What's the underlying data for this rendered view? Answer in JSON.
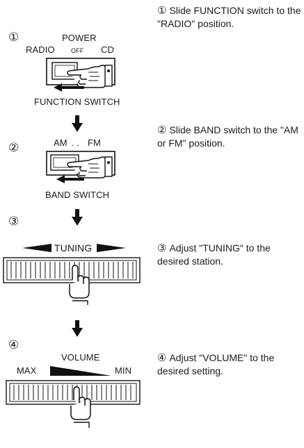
{
  "steps": [
    {
      "number": "①",
      "instruction": "Slide FUNCTION switch to the \"RADIO\" position.",
      "labels": {
        "top": "POWER",
        "left": "RADIO",
        "middle": "OFF",
        "right": "CD",
        "caption": "FUNCTION SWITCH"
      }
    },
    {
      "number": "②",
      "instruction": "Slide BAND switch to the \"AM or FM\" position.",
      "labels": {
        "left": "AM",
        "dots": ". .",
        "right": "FM",
        "caption": "BAND SWITCH"
      }
    },
    {
      "number": "③",
      "instruction": "Adjust \"TUNING\" to the desired station.",
      "labels": {
        "scale": "TUNING"
      }
    },
    {
      "number": "④",
      "instruction": "Adjust \"VOLUME\" to the desired setting.",
      "labels": {
        "scale": "VOLUME",
        "left": "MAX",
        "right": "MIN"
      }
    }
  ],
  "icons": [
    "switch-hand-icon",
    "down-arrow-icon",
    "tuning-dial-icon",
    "volume-wedge-icon",
    "pointing-hand-icon"
  ]
}
